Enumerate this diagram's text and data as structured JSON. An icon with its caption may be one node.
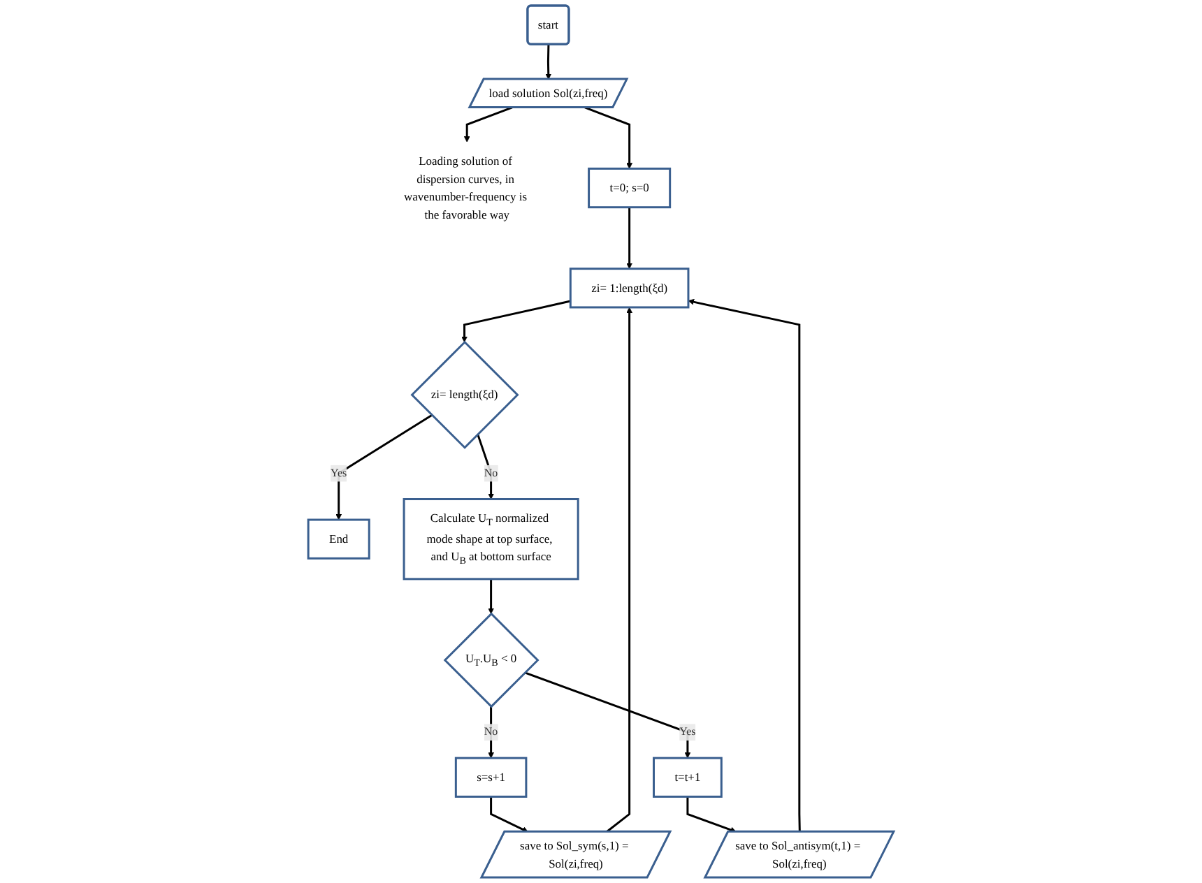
{
  "diagram": {
    "nodes": [
      {
        "text": [
          "start"
        ]
      },
      {
        "text": [
          "load solution Sol(zi,freq)"
        ]
      },
      {
        "text": [
          "Loading solution of dispersion curves, in wavenumber-frequency is the favorable way"
        ]
      },
      {
        "text": [
          "t=0; s=0"
        ]
      },
      {
        "text": [
          "zi= 1:length(ξd)"
        ]
      },
      {
        "text": [
          "zi= length(ξd)"
        ]
      },
      {
        "text": [
          "End"
        ]
      },
      {
        "text": [
          "Calculate U$_{T}$ normalized mode shape at top surface, and U$_{B}$ at bottom surface"
        ]
      },
      {
        "text": [
          "U$_{T}$.U$_{B}$ < 0"
        ]
      },
      {
        "text": [
          "s=s+1"
        ]
      },
      {
        "text": [
          "t=t+1"
        ]
      },
      {
        "text": [
          "save to Sol_sym(s,1) = Sol(zi,freq)"
        ]
      },
      {
        "text": [
          "save to Sol_antisym(t,1) = Sol(zi,freq)"
        ]
      }
    ],
    "edges": [
      {
        "from": 0,
        "to": 1,
        "arrow": "to"
      },
      {
        "from": 1,
        "to": 2,
        "arrow": "to"
      },
      {
        "from": 1,
        "to": 3,
        "arrow": "to"
      },
      {
        "from": 3,
        "to": 4,
        "arrow": "to"
      },
      {
        "from": 4,
        "to": 5,
        "arrow": "to"
      },
      {
        "from": 5,
        "to": 6,
        "label": "Yes",
        "arrow": "to"
      },
      {
        "from": 5,
        "to": 7,
        "label": "No",
        "arrow": "to"
      },
      {
        "from": 7,
        "to": 8,
        "arrow": "to"
      },
      {
        "from": 8,
        "to": 9,
        "label": "No",
        "arrow": "to"
      },
      {
        "from": 8,
        "to": 10,
        "label": "Yes",
        "arrow": "to"
      },
      {
        "from": 9,
        "to": 11,
        "arrow": "to"
      },
      {
        "from": 10,
        "to": 12,
        "arrow": "to"
      },
      {
        "from": 12,
        "to": 4,
        "arrow": "to"
      },
      {
        "from": 11,
        "to": 4,
        "arrow": "to"
      }
    ]
  }
}
